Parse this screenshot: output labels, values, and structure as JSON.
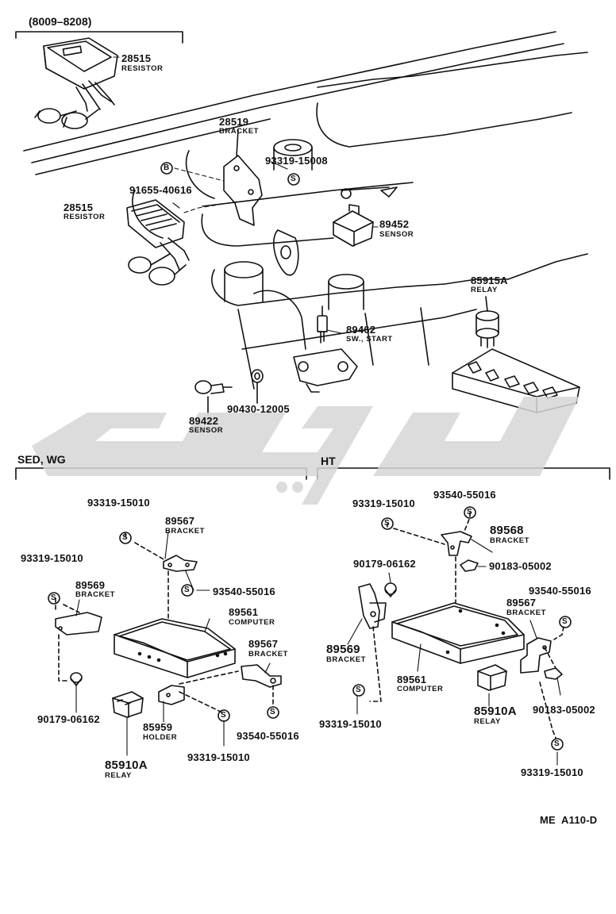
{
  "sections": {
    "top_variant": "(8009–8208)",
    "sed_wg": "SED, WG",
    "ht": "HT"
  },
  "top": {
    "resistor_inset": {
      "part": "28515",
      "name": "RESISTOR"
    },
    "bracket": {
      "part": "28519",
      "name": "BRACKET"
    },
    "bolt_top": {
      "part": "93319-15008"
    },
    "nut_b": {
      "part": "91655-40616"
    },
    "resistor": {
      "part": "28515",
      "name": "RESISTOR"
    },
    "sensor_89452": {
      "part": "89452",
      "name": "SENSOR"
    },
    "relay_85915a": {
      "part": "85915A",
      "name": "RELAY"
    },
    "switch_89462": {
      "part": "89462",
      "name": "SW., START"
    },
    "gasket": {
      "part": "90430-12005"
    },
    "sensor_89422": {
      "part": "89422",
      "name": "SENSOR"
    }
  },
  "sed": {
    "bolt_a": {
      "part": "93319-15010"
    },
    "bracket_89567a": {
      "part": "89567",
      "name": "BRACKET"
    },
    "bolt_b": {
      "part": "93319-15010"
    },
    "bracket_89569": {
      "part": "89569",
      "name": "BRACKET"
    },
    "screw_a": {
      "part": "93540-55016"
    },
    "computer": {
      "part": "89561",
      "name": "COMPUTER"
    },
    "bracket_89567b": {
      "part": "89567",
      "name": "BRACKET"
    },
    "clip": {
      "part": "90179-06162"
    },
    "holder": {
      "part": "85959",
      "name": "HOLDER"
    },
    "screw_b": {
      "part": "93540-55016"
    },
    "bolt_c": {
      "part": "93319-15010"
    },
    "relay": {
      "part": "85910A",
      "name": "RELAY"
    }
  },
  "ht": {
    "bolt_a": {
      "part": "93319-15010"
    },
    "screw_a": {
      "part": "93540-55016"
    },
    "bracket_89568": {
      "part": "89568",
      "name": "BRACKET"
    },
    "clip": {
      "part": "90179-06162"
    },
    "nut_a": {
      "part": "90183-05002"
    },
    "screw_b": {
      "part": "93540-55016"
    },
    "bracket_89567": {
      "part": "89567",
      "name": "BRACKET"
    },
    "bracket_89569": {
      "part": "89569",
      "name": "BRACKET"
    },
    "computer": {
      "part": "89561",
      "name": "COMPUTER"
    },
    "relay": {
      "part": "85910A",
      "name": "RELAY"
    },
    "nut_b": {
      "part": "90183-05002"
    },
    "bolt_b": {
      "part": "93319-15010"
    },
    "bolt_c": {
      "part": "93319-15010"
    }
  },
  "footer": {
    "code": "ME  A110-D"
  },
  "symbols": {
    "s_marker": "S",
    "b_marker": "B"
  },
  "colors": {
    "line": "#111111",
    "watermark": "#d9d9d9"
  }
}
